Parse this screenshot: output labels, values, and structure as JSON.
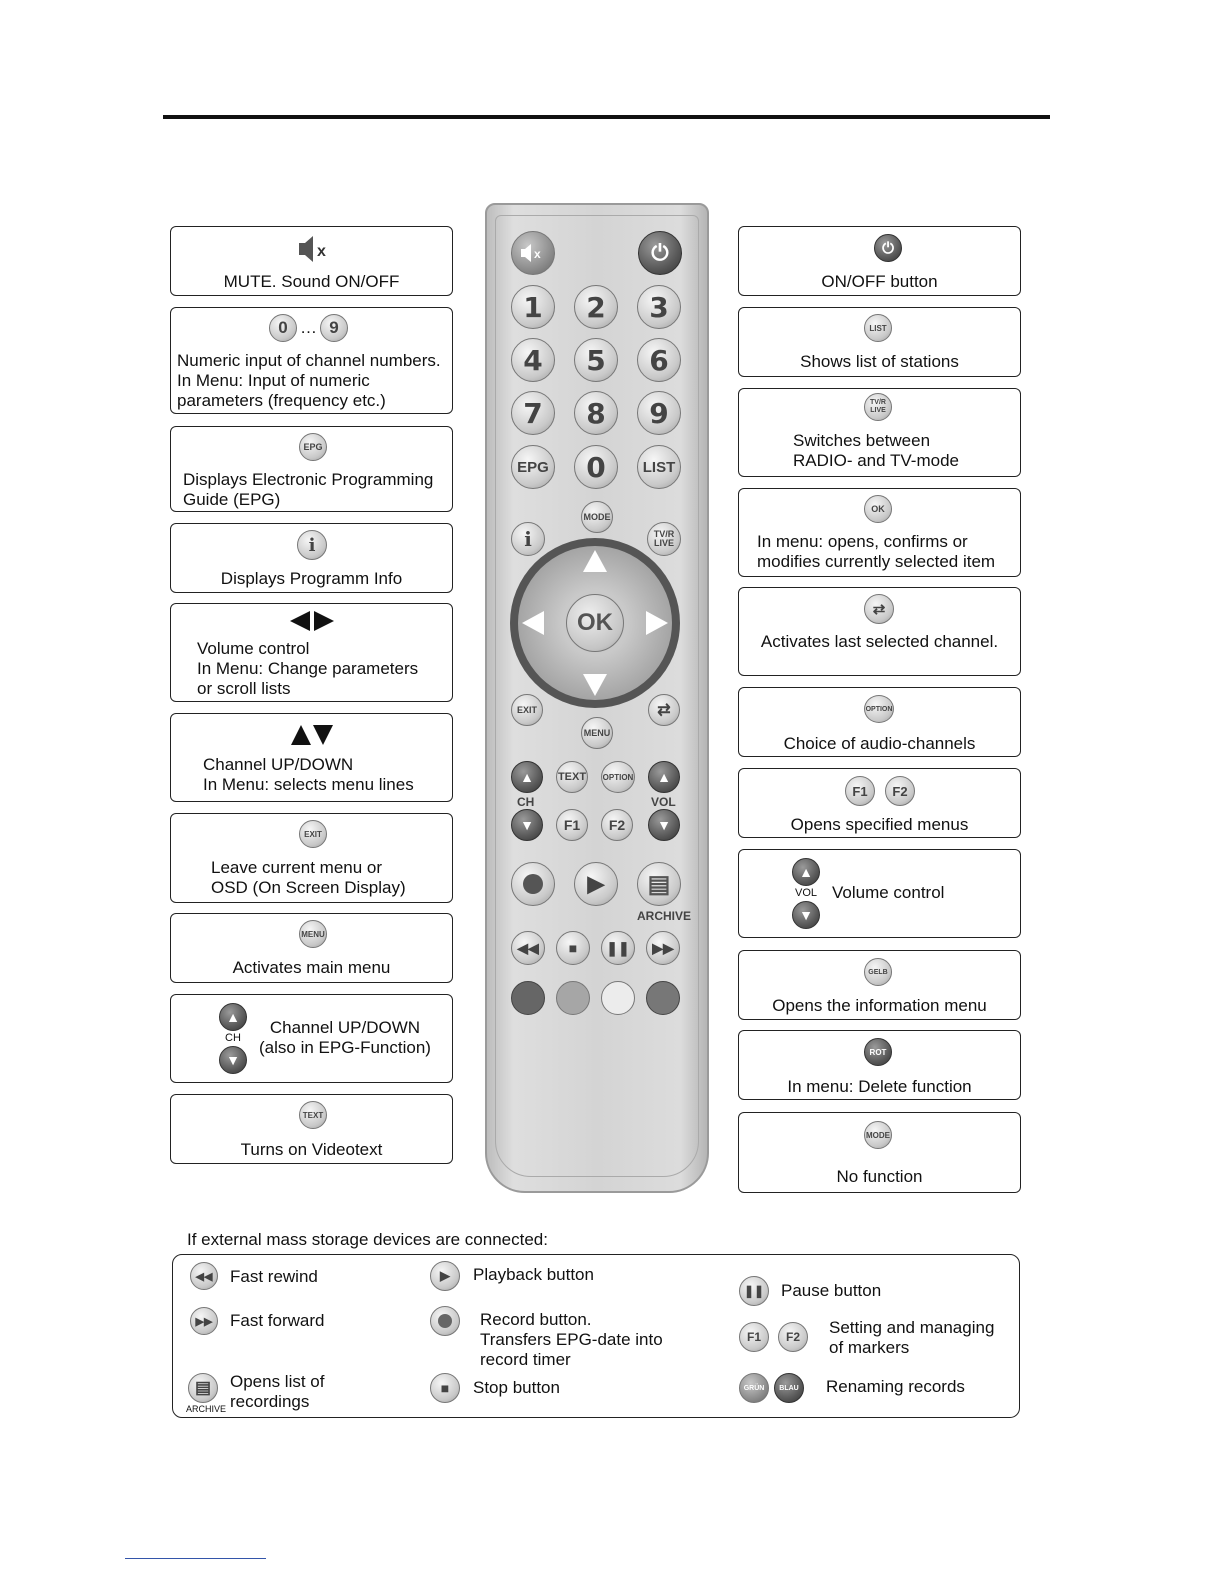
{
  "left_boxes": [
    {
      "text": "MUTE. Sound ON/OFF"
    },
    {
      "icon_text": "0…9",
      "text": "Numeric input of channel numbers.\nIn Menu: Input of numeric\nparameters (frequency etc.)"
    },
    {
      "icon": "EPG",
      "text": "Displays Electronic Programming\nGuide (EPG)"
    },
    {
      "icon": "i",
      "text": "Displays Programm Info"
    },
    {
      "text": "Volume control\nIn Menu: Change parameters\nor scroll lists"
    },
    {
      "text": "Channel UP/DOWN\nIn Menu: selects menu lines"
    },
    {
      "icon": "EXIT",
      "text": "Leave current menu or\nOSD (On Screen Display)"
    },
    {
      "icon": "MENU",
      "text": "Activates main menu"
    },
    {
      "icon": "CH",
      "text": "Channel UP/DOWN\n(also in EPG-Function)"
    },
    {
      "icon": "TEXT",
      "text": "Turns on Videotext"
    }
  ],
  "right_boxes": [
    {
      "text": "ON/OFF button"
    },
    {
      "icon": "LIST",
      "text": "Shows list of stations"
    },
    {
      "icon": "TV/R LIVE",
      "text": "Switches between\nRADIO- and TV-mode"
    },
    {
      "icon": "OK",
      "text": "In menu: opens, confirms or\nmodifies currently selected item"
    },
    {
      "text": "Activates last selected channel."
    },
    {
      "icon": "OPTION",
      "text": "Choice of audio-channels"
    },
    {
      "icons": [
        "F1",
        "F2"
      ],
      "text": "Opens specified menus"
    },
    {
      "icon": "VOL",
      "text": "Volume control"
    },
    {
      "icon": "GELB",
      "text": "Opens the information menu"
    },
    {
      "icon": "ROT",
      "text": "In menu: Delete function"
    },
    {
      "icon": "MODE",
      "text": "No function"
    }
  ],
  "remote": {
    "numbers": [
      "1",
      "2",
      "3",
      "4",
      "5",
      "6",
      "7",
      "8",
      "9",
      "0"
    ],
    "epg": "EPG",
    "list": "LIST",
    "mode": "MODE",
    "info": "i",
    "tvr": "TV/R\nLIVE",
    "ok": "OK",
    "exit": "EXIT",
    "menu": "MENU",
    "text": "TEXT",
    "option": "OPTION",
    "ch": "CH",
    "vol": "VOL",
    "f1": "F1",
    "f2": "F2",
    "archive": "ARCHIVE"
  },
  "storage": {
    "caption": "If external mass storage devices are connected:",
    "items": [
      {
        "text": "Fast rewind"
      },
      {
        "text": "Fast forward"
      },
      {
        "text": "Opens list of\nrecordings",
        "icon_label": "ARCHIVE"
      },
      {
        "text": "Playback button"
      },
      {
        "text": "Record button.\nTransfers EPG-date into\nrecord timer"
      },
      {
        "text": "Stop button"
      },
      {
        "text": "Pause button"
      },
      {
        "text": "Setting and managing\nof markers",
        "icons": [
          "F1",
          "F2"
        ]
      },
      {
        "text": "Renaming records",
        "icons": [
          "GRÜN",
          "BLAU"
        ]
      }
    ]
  }
}
